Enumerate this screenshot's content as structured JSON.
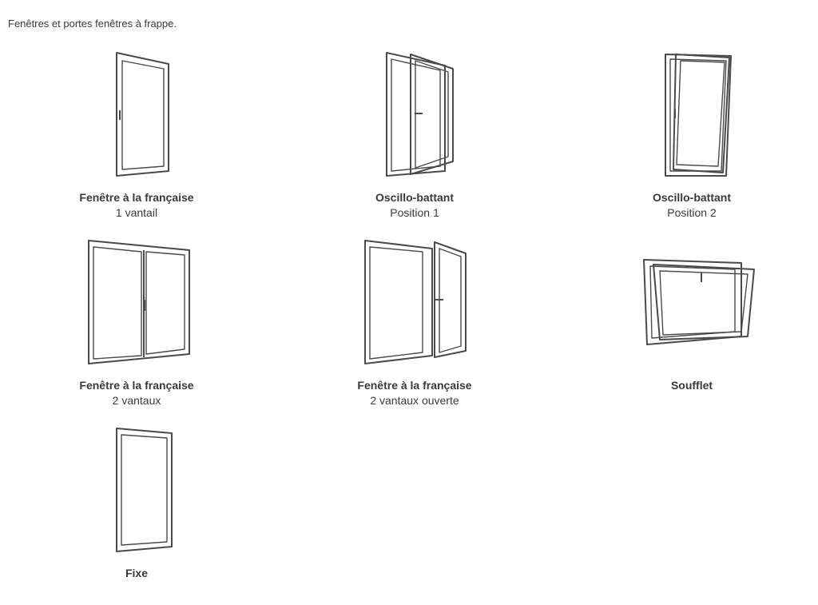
{
  "intro": "Fenêtres et portes fenêtres à frappe.",
  "items": [
    {
      "name": "Fenêtre à la française",
      "sub": "1 vantail"
    },
    {
      "name": "Oscillo-battant",
      "sub": "Position 1"
    },
    {
      "name": "Oscillo-battant",
      "sub": "Position 2"
    },
    {
      "name": "Fenêtre à la française",
      "sub": "2 vantaux"
    },
    {
      "name": "Fenêtre à la française",
      "sub": "2 vantaux ouverte"
    },
    {
      "name": "Soufflet",
      "sub": ""
    },
    {
      "name": "Fixe",
      "sub": ""
    }
  ]
}
